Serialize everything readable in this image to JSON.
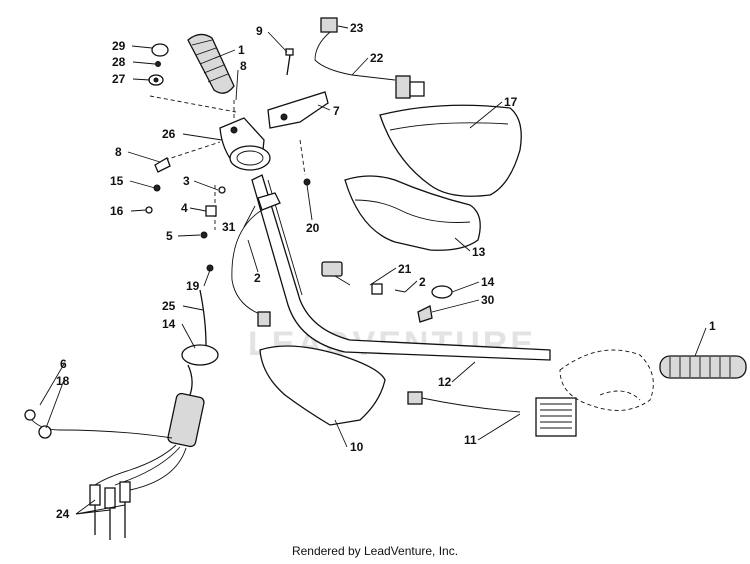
{
  "watermark": "LEADVENTURE",
  "footer": "Rendered by LeadVenture, Inc.",
  "callouts": {
    "c1a": "1",
    "c1b": "1",
    "c2a": "2",
    "c2b": "2",
    "c3": "3",
    "c4": "4",
    "c5": "5",
    "c6": "6",
    "c7": "7",
    "c8a": "8",
    "c8b": "8",
    "c9": "9",
    "c10": "10",
    "c11": "11",
    "c12": "12",
    "c13": "13",
    "c14a": "14",
    "c14b": "14",
    "c15": "15",
    "c16": "16",
    "c17": "17",
    "c18": "18",
    "c19": "19",
    "c20": "20",
    "c21": "21",
    "c22": "22",
    "c23": "23",
    "c24": "24",
    "c25": "25",
    "c26": "26",
    "c27": "27",
    "c28": "28",
    "c29": "29",
    "c30": "30",
    "c31": "31"
  }
}
